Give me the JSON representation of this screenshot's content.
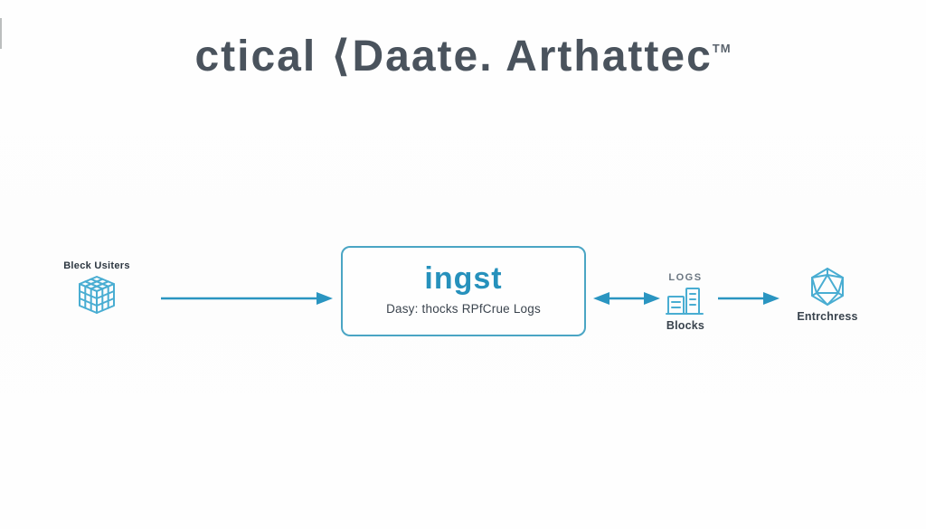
{
  "title": {
    "text": "ctical ⟨Daate. Arthattec",
    "trademark": "TM"
  },
  "colors": {
    "accent_blue": "#2a95c1",
    "icon_blue": "#49add2",
    "box_border_blue": "#4aa5c4",
    "ingest_text_blue": "#2691bc",
    "title_gray": "#4a535d",
    "label_dark": "#39434d",
    "label_gray": "#6b7681",
    "background": "#fefefe"
  },
  "diagram": {
    "source_node": {
      "label": "Bleck Usiters",
      "icon": "cube-grid-icon"
    },
    "ingest_box": {
      "title": "ingst",
      "subtitle": "Dasy: thocks RPfCrue Logs"
    },
    "logs_node": {
      "top_label": "LOGS",
      "bottom_label": "Blocks",
      "icon": "blocks-buildings-icon"
    },
    "target_node": {
      "label": "Entrchress",
      "icon": "polyhedron-icon"
    },
    "arrows": [
      {
        "name": "arrow-source-to-ingest",
        "direction": "right"
      },
      {
        "name": "arrow-ingest-logs-bidirectional",
        "direction": "both"
      },
      {
        "name": "arrow-logs-to-target",
        "direction": "right"
      }
    ]
  }
}
